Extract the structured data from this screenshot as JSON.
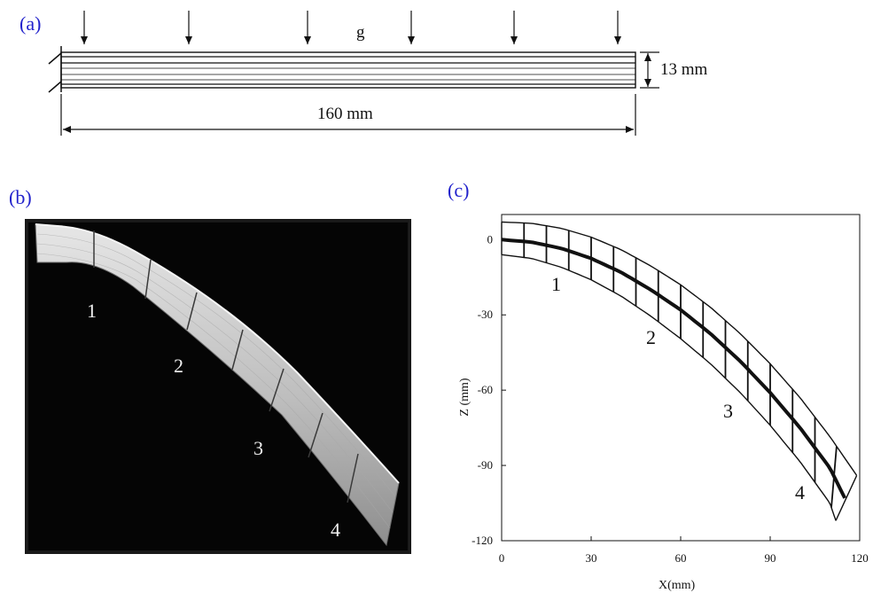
{
  "panel_a": {
    "label": "(a)",
    "load_label": "g",
    "thickness_label": "13 mm",
    "length_label": "160 mm"
  },
  "panel_b": {
    "label": "(b)",
    "stations": [
      "1",
      "2",
      "3",
      "4"
    ]
  },
  "panel_c": {
    "label": "(c)",
    "stations": [
      "1",
      "2",
      "3",
      "4"
    ]
  },
  "chart_data": {
    "type": "line",
    "xlabel": "X(mm)",
    "ylabel": "Z (mm)",
    "xlim": [
      0,
      120
    ],
    "ylim": [
      -120,
      10
    ],
    "xticks": [
      0,
      30,
      60,
      90,
      120
    ],
    "yticks": [
      0,
      -30,
      -60,
      -90,
      -120
    ],
    "grid": false,
    "series": [
      {
        "role": "centerline",
        "x": [
          0,
          10,
          20,
          30,
          40,
          50,
          60,
          70,
          80,
          90,
          100,
          110,
          115
        ],
        "y": [
          0,
          -1,
          -3.5,
          -7.5,
          -13,
          -20,
          -28,
          -37.5,
          -48.5,
          -61,
          -75,
          -91,
          -103
        ]
      },
      {
        "role": "upper-edge",
        "x": [
          0,
          10,
          20,
          30,
          40,
          50,
          60,
          70,
          80,
          90,
          100,
          110,
          119
        ],
        "y": [
          7,
          6.5,
          4.5,
          1,
          -4,
          -10.5,
          -18,
          -27,
          -37.5,
          -49.5,
          -63,
          -78.5,
          -94
        ]
      },
      {
        "role": "lower-edge",
        "x": [
          0,
          10,
          20,
          30,
          40,
          50,
          60,
          70,
          80,
          90,
          100,
          110,
          112
        ],
        "y": [
          -6,
          -7.5,
          -11,
          -16,
          -22.5,
          -30.5,
          -39.5,
          -49.5,
          -61,
          -74,
          -88.5,
          -105,
          -112
        ]
      }
    ]
  }
}
